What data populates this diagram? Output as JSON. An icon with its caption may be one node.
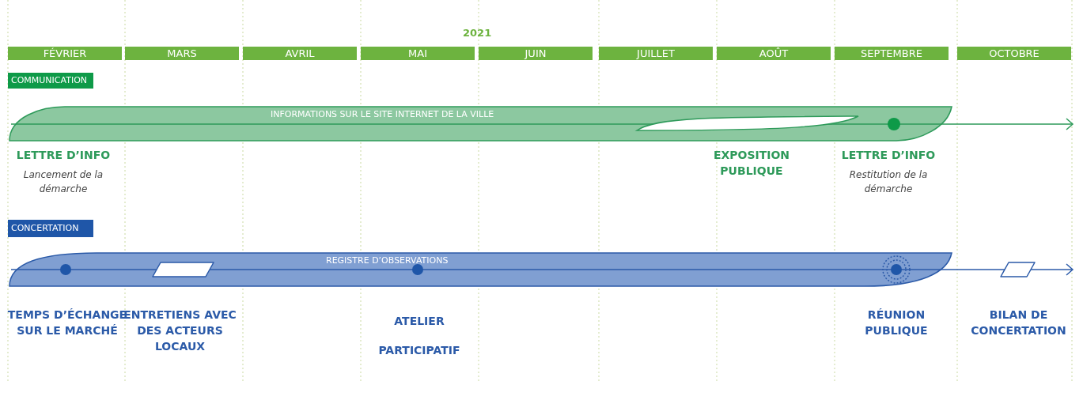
{
  "diagram": {
    "title": "2021",
    "nodes": [
      {
        "text": [
          "FÉVRIER"
        ]
      },
      {
        "text": [
          "MARS"
        ]
      },
      {
        "text": [
          "AVRIL"
        ]
      },
      {
        "text": [
          "MAI"
        ]
      },
      {
        "text": [
          "JUIN"
        ]
      },
      {
        "text": [
          "JUILLET"
        ]
      },
      {
        "text": [
          "AOÛT"
        ]
      },
      {
        "text": [
          "SEPTEMBRE"
        ]
      },
      {
        "text": [
          "OCTOBRE"
        ]
      },
      {
        "text": [
          "COMMUNICATION"
        ]
      },
      {
        "text": [
          "INFORMATIONS SUR LE SITE INTERNET DE LA VILLE"
        ]
      },
      {
        "text": [
          "LETTRE D’INFO",
          "Lancement de la démarche"
        ]
      },
      {
        "text": [
          "EXPOSITION PUBLIQUE"
        ]
      },
      {
        "text": [
          "LETTRE D’INFO",
          "Restitution de la démarche"
        ]
      },
      {
        "text": [
          "CONCERTATION"
        ]
      },
      {
        "text": [
          "REGISTRE D’OBSERVATIONS"
        ]
      },
      {
        "text": [
          "TEMPS D’ÉCHANGE SUR LE MARCHÉ"
        ]
      },
      {
        "text": [
          "ENTRETIENS AVEC DES ACTEURS LOCAUX"
        ]
      },
      {
        "text": [
          "ATELIER PARTICIPATIF"
        ]
      },
      {
        "text": [
          "RÉUNION PUBLIQUE"
        ]
      },
      {
        "text": [
          "BILAN DE CONCERTATION"
        ]
      }
    ]
  }
}
